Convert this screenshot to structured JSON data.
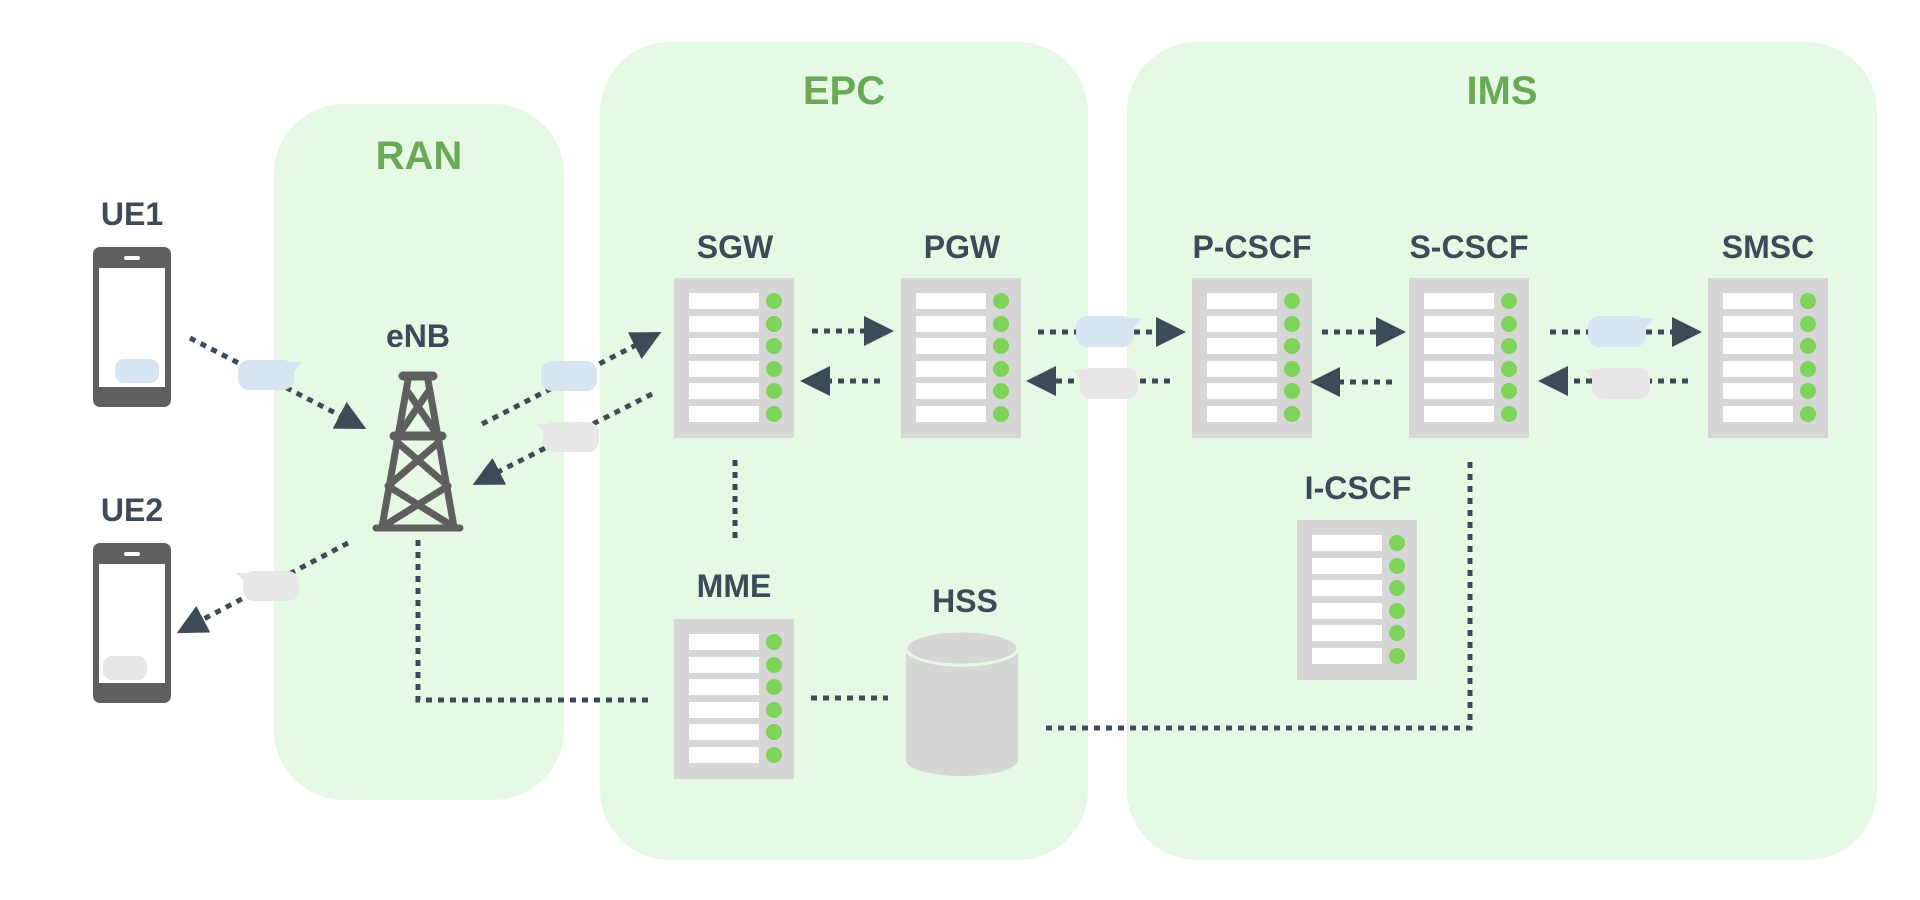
{
  "zones": [
    {
      "id": "ran",
      "title": "RAN"
    },
    {
      "id": "epc",
      "title": "EPC"
    },
    {
      "id": "ims",
      "title": "IMS"
    }
  ],
  "devices": [
    {
      "id": "ue1",
      "label": "UE1",
      "message_color": "blue"
    },
    {
      "id": "ue2",
      "label": "UE2",
      "message_color": "gray"
    }
  ],
  "base_station": {
    "id": "enb",
    "label": "eNB"
  },
  "servers": [
    {
      "id": "sgw",
      "label": "SGW"
    },
    {
      "id": "pgw",
      "label": "PGW"
    },
    {
      "id": "mme",
      "label": "MME"
    },
    {
      "id": "p-cscf",
      "label": "P-CSCF"
    },
    {
      "id": "s-cscf",
      "label": "S-CSCF"
    },
    {
      "id": "i-cscf",
      "label": "I-CSCF"
    },
    {
      "id": "smsc",
      "label": "SMSC"
    }
  ],
  "database": {
    "id": "hss",
    "label": "HSS"
  },
  "connections": [
    {
      "from": "UE1",
      "to": "eNB",
      "style": "dotted-arrow",
      "message": "blue"
    },
    {
      "from": "eNB",
      "to": "SGW",
      "style": "dotted-arrow",
      "message": "blue"
    },
    {
      "from": "SGW",
      "to": "eNB",
      "style": "dotted-arrow",
      "message": "gray"
    },
    {
      "from": "eNB",
      "to": "UE2",
      "style": "dotted-arrow",
      "message": "gray"
    },
    {
      "from": "SGW",
      "to": "PGW",
      "style": "dotted-arrow"
    },
    {
      "from": "PGW",
      "to": "SGW",
      "style": "dotted-arrow"
    },
    {
      "from": "PGW",
      "to": "P-CSCF",
      "style": "dotted-arrow",
      "message": "blue"
    },
    {
      "from": "P-CSCF",
      "to": "PGW",
      "style": "dotted-arrow",
      "message": "gray"
    },
    {
      "from": "P-CSCF",
      "to": "S-CSCF",
      "style": "dotted-arrow"
    },
    {
      "from": "S-CSCF",
      "to": "P-CSCF",
      "style": "dotted-arrow"
    },
    {
      "from": "S-CSCF",
      "to": "SMSC",
      "style": "dotted-arrow",
      "message": "blue"
    },
    {
      "from": "SMSC",
      "to": "S-CSCF",
      "style": "dotted-arrow",
      "message": "gray"
    },
    {
      "from": "SGW",
      "to": "MME",
      "style": "dotted-line"
    },
    {
      "from": "eNB",
      "to": "MME",
      "style": "dotted-line"
    },
    {
      "from": "MME",
      "to": "HSS",
      "style": "dotted-line"
    },
    {
      "from": "HSS",
      "to": "S-CSCF",
      "style": "dotted-line"
    }
  ],
  "colors": {
    "zone_bg": "#e6f9e4",
    "zone_title": "#6aaa56",
    "label": "#3d4a58",
    "line": "#3d4a58",
    "server": "#d6d6d6",
    "led": "#7ed35a",
    "device": "#5f5f5f",
    "message_blue": "#d7e4f1",
    "message_gray": "#e7e7e7"
  }
}
